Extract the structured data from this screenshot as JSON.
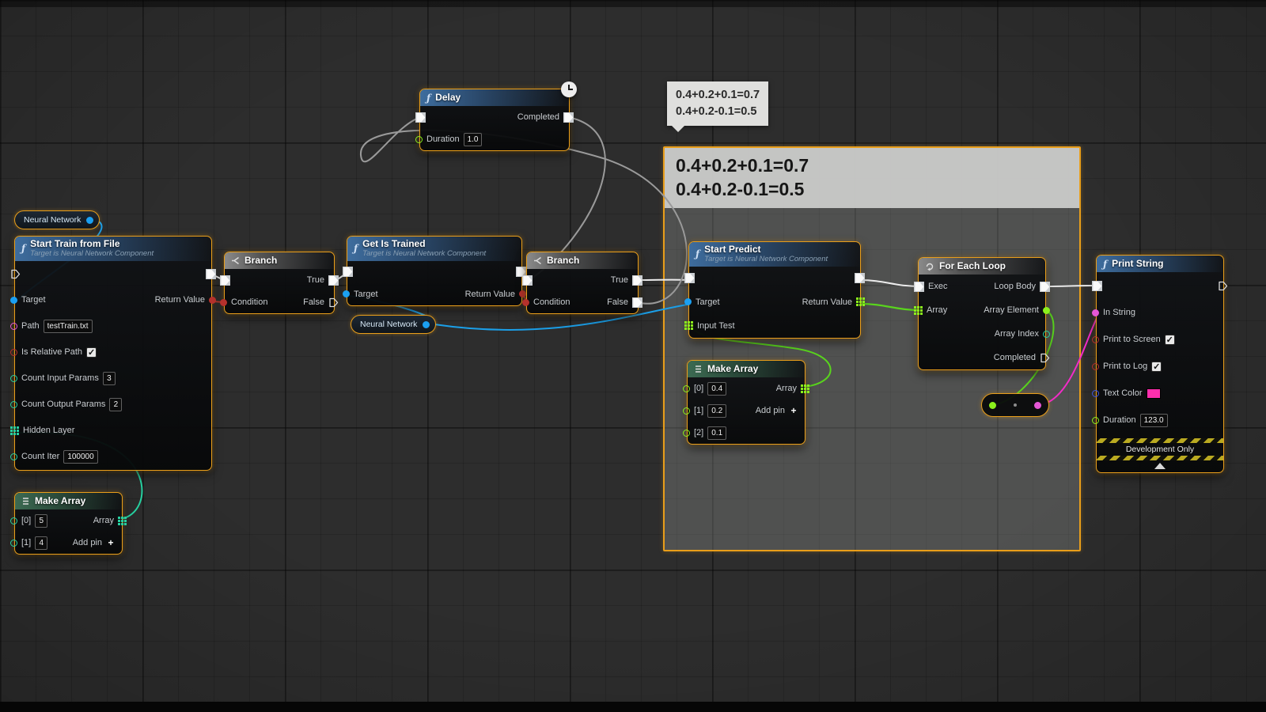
{
  "colors": {
    "selection_orange": "#e99e1a",
    "exec_wire": "#ececec",
    "object_wire_blue": "#1b9fe8",
    "float_wire_green": "#59d41d",
    "string_wire_pink": "#f32bc8",
    "bool_wire_red": "#b03a30",
    "int_array_teal": "#26d0a0",
    "comment_gray": "#cecccc"
  },
  "tooltip": {
    "line1": "0.4+0.2+0.1=0.7",
    "line2": "0.4+0.2-0.1=0.5"
  },
  "comment": {
    "line1": "0.4+0.2+0.1=0.7",
    "line2": "0.4+0.2-0.1=0.5"
  },
  "nodes": {
    "neural_network_1": {
      "label": "Neural Network"
    },
    "neural_network_2": {
      "label": "Neural Network"
    },
    "start_train": {
      "title": "Start Train from File",
      "subtitle": "Target is Neural Network Component",
      "target": "Target",
      "return_value": "Return Value",
      "path": "Path",
      "path_value": "testTrain.txt",
      "is_relative_path": "Is Relative Path",
      "count_input": "Count Input Params",
      "count_input_value": "3",
      "count_output": "Count Output Params",
      "count_output_value": "2",
      "hidden_layer": "Hidden Layer",
      "count_iter": "Count Iter",
      "count_iter_value": "100000"
    },
    "make_array_1": {
      "title": "Make Array",
      "pin0": "[0]",
      "pin0_value": "5",
      "pin1": "[1]",
      "pin1_value": "4",
      "array": "Array",
      "add_pin": "Add pin"
    },
    "branch_1": {
      "title": "Branch",
      "condition": "Condition",
      "true": "True",
      "false": "False"
    },
    "get_is_trained": {
      "title": "Get Is Trained",
      "subtitle": "Target is Neural Network Component",
      "target": "Target",
      "return_value": "Return Value"
    },
    "branch_2": {
      "title": "Branch",
      "condition": "Condition",
      "true": "True",
      "false": "False"
    },
    "delay": {
      "title": "Delay",
      "completed": "Completed",
      "duration": "Duration",
      "duration_value": "1.0"
    },
    "start_predict": {
      "title": "Start Predict",
      "subtitle": "Target is Neural Network Component",
      "target": "Target",
      "return_value": "Return Value",
      "input_test": "Input Test"
    },
    "make_array_2": {
      "title": "Make Array",
      "pin0": "[0]",
      "pin0_value": "0.4",
      "pin1": "[1]",
      "pin1_value": "0.2",
      "pin2": "[2]",
      "pin2_value": "0.1",
      "array": "Array",
      "add_pin": "Add pin"
    },
    "for_each_loop": {
      "title": "For Each Loop",
      "exec": "Exec",
      "loop_body": "Loop Body",
      "array": "Array",
      "array_element": "Array Element",
      "array_index": "Array Index",
      "completed": "Completed"
    },
    "print_string": {
      "title": "Print String",
      "in_string": "In String",
      "print_to_screen": "Print to Screen",
      "print_to_log": "Print to Log",
      "text_color": "Text Color",
      "duration": "Duration",
      "duration_value": "123.0",
      "dev_only": "Development Only"
    }
  }
}
